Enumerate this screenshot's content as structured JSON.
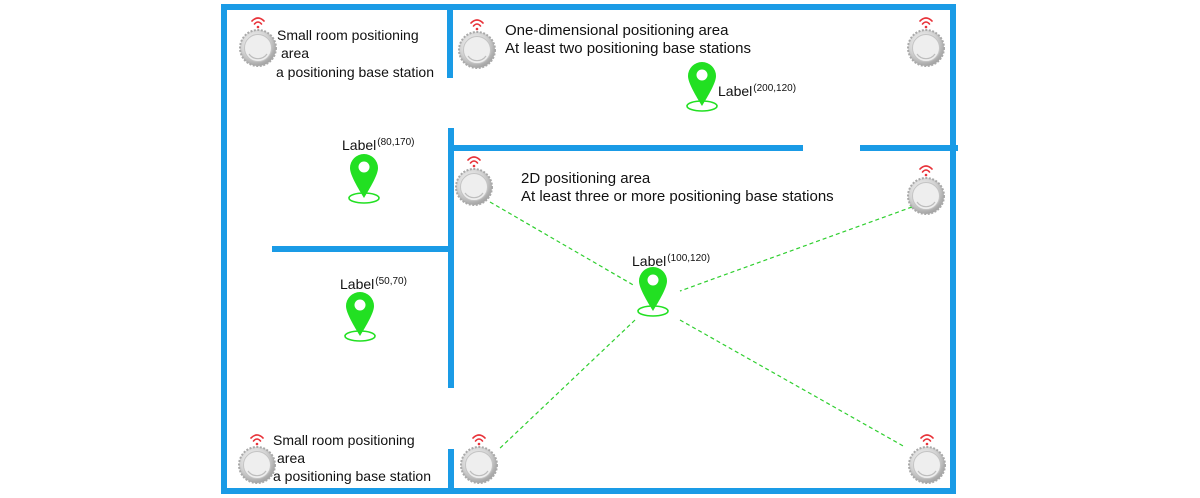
{
  "colors": {
    "wall": "#1a9be6",
    "tag": "#22e022",
    "link": "#2fcf2f",
    "signal": "#e8333a",
    "station_light": "#eeeeee",
    "station_dark": "#a9a9a9"
  },
  "icons": {
    "station": "base-station-icon",
    "signal": "wifi-signal-icon",
    "tag": "location-pin-icon"
  },
  "areas": {
    "small_top": {
      "line1": "Small room positioning",
      "line2": "area",
      "line3": "a positioning base station"
    },
    "one_d": {
      "line1": "One-dimensional positioning area",
      "line2": "At least two positioning base stations"
    },
    "two_d": {
      "line1": "2D positioning area",
      "line2": "At least three or more positioning base stations"
    },
    "small_bottom": {
      "line1": "Small room positioning",
      "line2": "area",
      "line3": "a positioning base station"
    }
  },
  "tags": [
    {
      "label": "Label",
      "coord": "(200,120)"
    },
    {
      "label": "Label",
      "coord": "(80,170)"
    },
    {
      "label": "Label",
      "coord": "(50,70)"
    },
    {
      "label": "Label",
      "coord": "(100,120)"
    }
  ]
}
